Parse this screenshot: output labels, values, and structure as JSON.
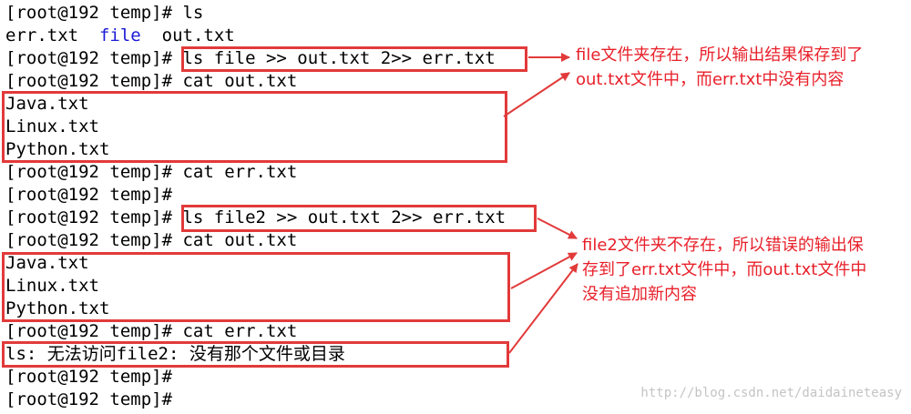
{
  "terminal": {
    "lines": [
      "[root@192 temp]# ls",
      "",
      "[root@192 temp]# ls file >> out.txt 2>> err.txt",
      "[root@192 temp]# cat out.txt",
      "Java.txt",
      "Linux.txt",
      "Python.txt",
      "[root@192 temp]# cat err.txt",
      "[root@192 temp]#",
      "[root@192 temp]# ls file2 >> out.txt 2>> err.txt",
      "[root@192 temp]# cat out.txt",
      "Java.txt",
      "Linux.txt",
      "Python.txt",
      "[root@192 temp]# cat err.txt",
      "ls: 无法访问file2: 没有那个文件或目录",
      "[root@192 temp]#",
      "[root@192 temp]#"
    ],
    "ls_output": {
      "file1": "err.txt",
      "dir": "file",
      "file2": "out.txt"
    }
  },
  "annotations": {
    "note1": {
      "line1": "file文件夹存在，所以输出结果保存到了",
      "line2": "out.txt文件中，而err.txt中没有内容"
    },
    "note2": {
      "line1": "file2文件夹不存在，所以错误的输出保",
      "line2": "存到了err.txt文件中，而out.txt文件中",
      "line3": "没有追加新内容"
    }
  },
  "watermark": "http://blog.csdn.net/daidaineteasy",
  "colors": {
    "highlight": "#e23a3a",
    "note_text": "#e8202a",
    "directory": "#1a1ad6"
  }
}
